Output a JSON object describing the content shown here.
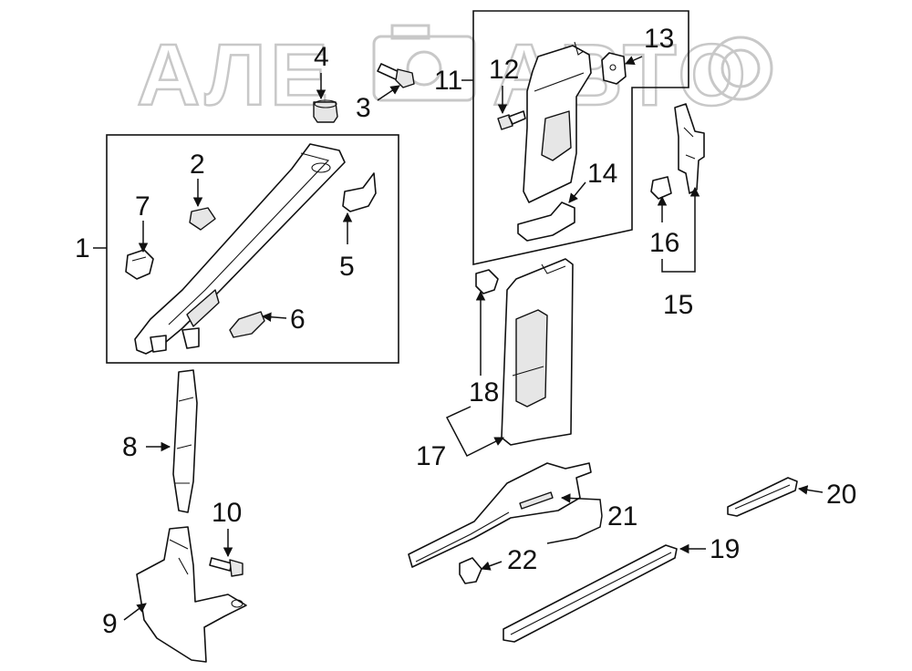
{
  "watermark": {
    "brand_left": "АЛЕ",
    "brand_right": "АВТО",
    "color": "#c8c8c8"
  },
  "callouts": {
    "c1": "1",
    "c2": "2",
    "c3": "3",
    "c4": "4",
    "c5": "5",
    "c6": "6",
    "c7": "7",
    "c8": "8",
    "c9": "9",
    "c10": "10",
    "c11": "11",
    "c12": "12",
    "c13": "13",
    "c14": "14",
    "c15": "15",
    "c16": "16",
    "c17": "17",
    "c18": "18",
    "c19": "19",
    "c20": "20",
    "c21": "21",
    "c22": "22"
  },
  "colors": {
    "line": "#111111",
    "fill": "#ffffff",
    "shade": "#e6e6e6"
  }
}
